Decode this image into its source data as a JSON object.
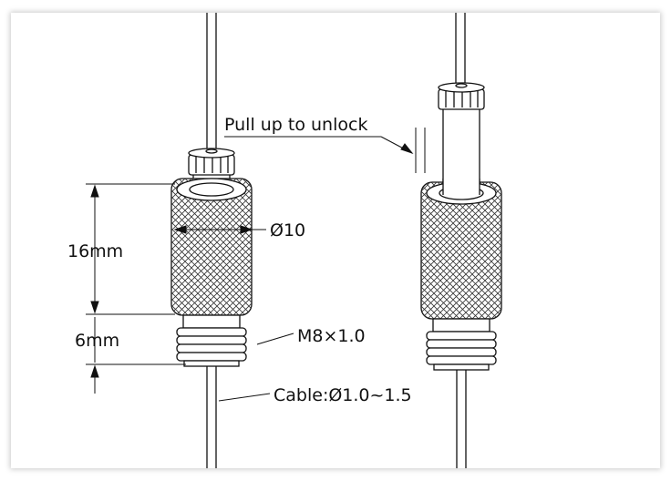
{
  "labels": {
    "pull_up": "Pull up to unlock",
    "diameter_body": "Ø10",
    "height_body": "16mm",
    "height_thread": "6mm",
    "thread_spec": "M8×1.0",
    "cable_spec": "Cable:Ø1.0~1.5"
  },
  "colors": {
    "stroke": "#111111",
    "fill": "#ffffff",
    "knurl": "#333333"
  }
}
